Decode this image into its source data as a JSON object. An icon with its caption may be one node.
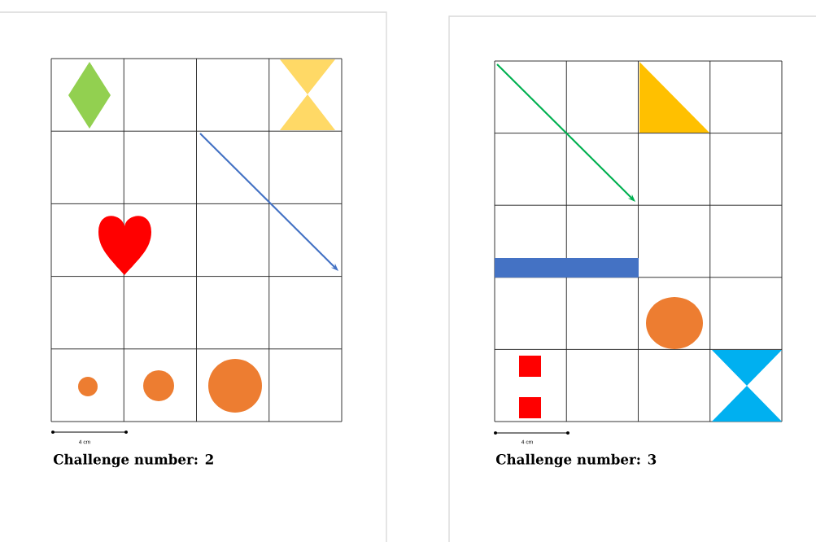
{
  "diagram": {
    "labels": [
      "4 cm",
      "Challenge number: 2",
      "4 cm",
      "Challenge number: 3"
    ]
  }
}
